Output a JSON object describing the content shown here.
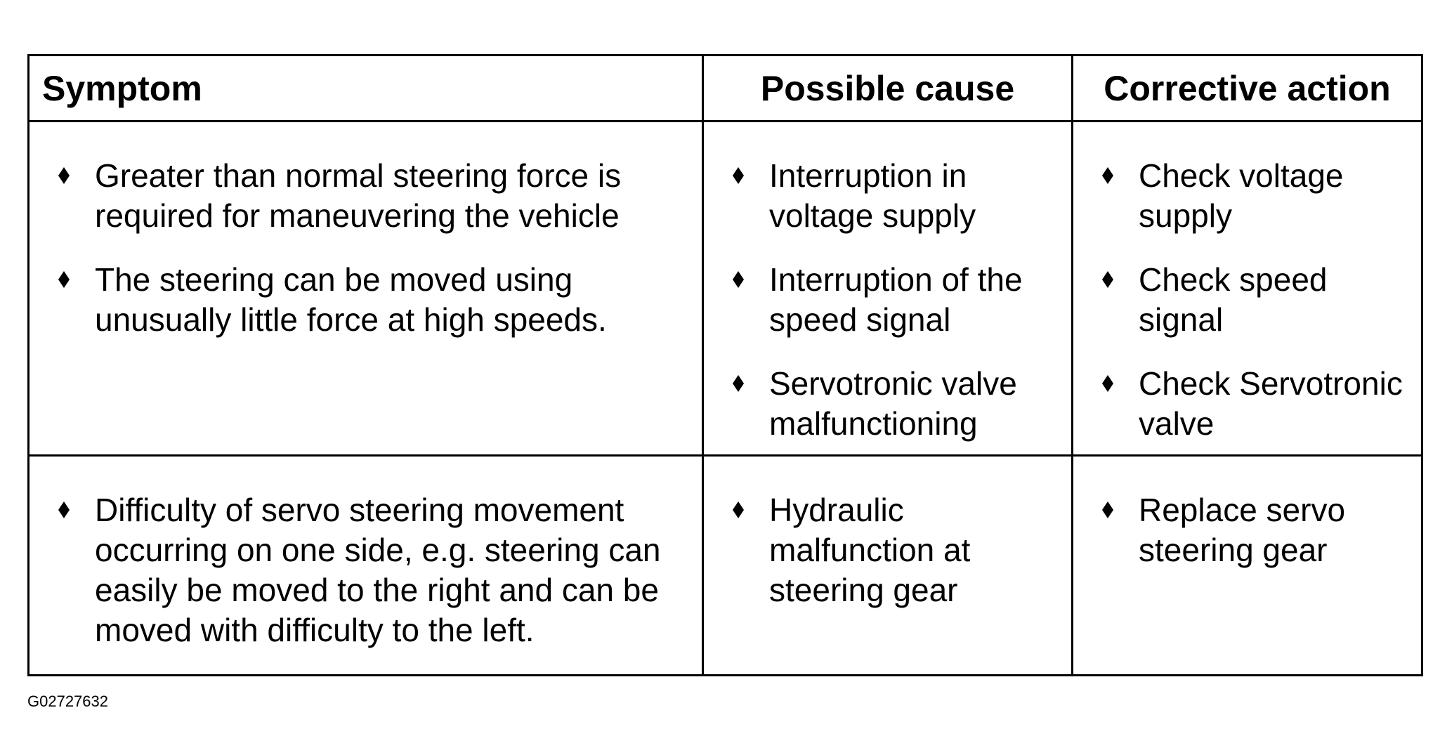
{
  "table": {
    "headers": {
      "symptom": "Symptom",
      "cause": "Possible cause",
      "action": "Corrective action"
    },
    "rows": [
      {
        "symptoms": [
          "Greater than normal steering force is required for maneuvering the vehicle",
          "The steering can be moved using unusually little force at high speeds."
        ],
        "causes": [
          "Interruption in voltage supply",
          "Interruption of the speed signal",
          "Servotronic valve malfunctioning"
        ],
        "actions": [
          "Check voltage supply",
          "Check speed signal",
          "Check Servotronic valve"
        ]
      },
      {
        "symptoms": [
          "Difficulty of servo steering movement occurring on one side, e.g. steering can easily be moved to the right and can be moved with difficulty to the left."
        ],
        "causes": [
          "Hydraulic malfunction at steering gear"
        ],
        "actions": [
          "Replace servo steering gear"
        ]
      }
    ]
  },
  "figure_id": "G02727632",
  "icons": {
    "bullet": "diamond-bullet-icon"
  }
}
